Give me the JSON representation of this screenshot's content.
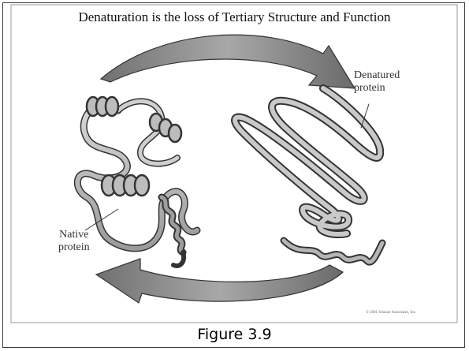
{
  "slide": {
    "title": "Denaturation is the loss of Tertiary Structure and Function",
    "caption": "Figure 3.9"
  },
  "diagram": {
    "labels": {
      "denatured": [
        "Denatured",
        "protein"
      ],
      "native": [
        "Native",
        "protein"
      ]
    },
    "copyright": "© 2001 Sinauer Associates, Inc."
  }
}
